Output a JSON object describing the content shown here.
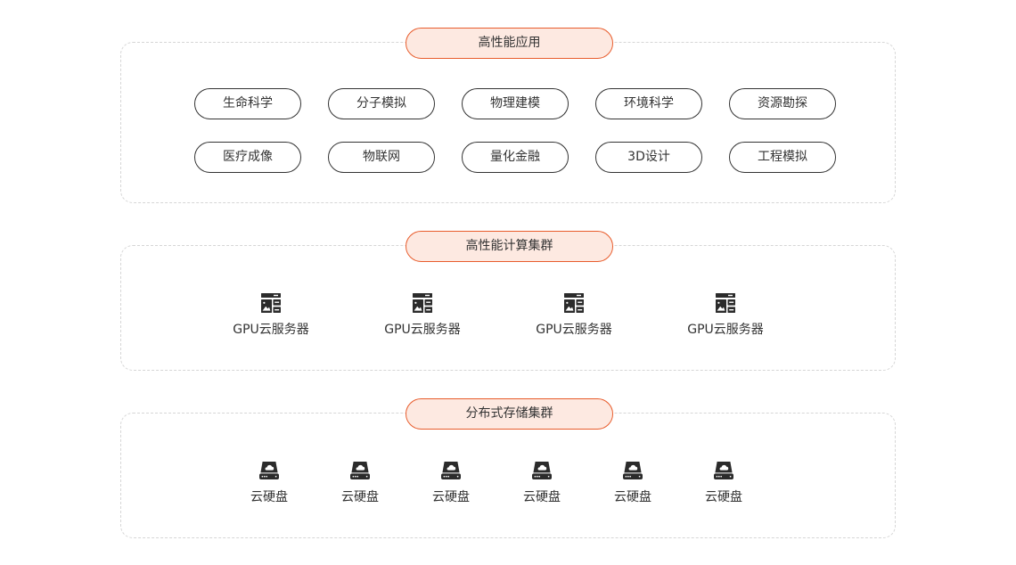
{
  "colors": {
    "accent_border": "#e85c2c",
    "accent_fill": "#fde9e1",
    "text": "#333333",
    "dashed_border": "#d6d6d6",
    "icon": "#2b2b2b"
  },
  "apps_section": {
    "title": "高性能应用",
    "items": [
      "生命科学",
      "分子模拟",
      "物理建模",
      "环境科学",
      "资源勘探",
      "医疗成像",
      "物联网",
      "量化金融",
      "3D设计",
      "工程模拟"
    ]
  },
  "compute_section": {
    "title": "高性能计算集群",
    "icon": "server-icon",
    "nodes": [
      "GPU云服务器",
      "GPU云服务器",
      "GPU云服务器",
      "GPU云服务器"
    ]
  },
  "storage_section": {
    "title": "分布式存储集群",
    "icon": "cloud-disk-icon",
    "nodes": [
      "云硬盘",
      "云硬盘",
      "云硬盘",
      "云硬盘",
      "云硬盘",
      "云硬盘"
    ]
  }
}
